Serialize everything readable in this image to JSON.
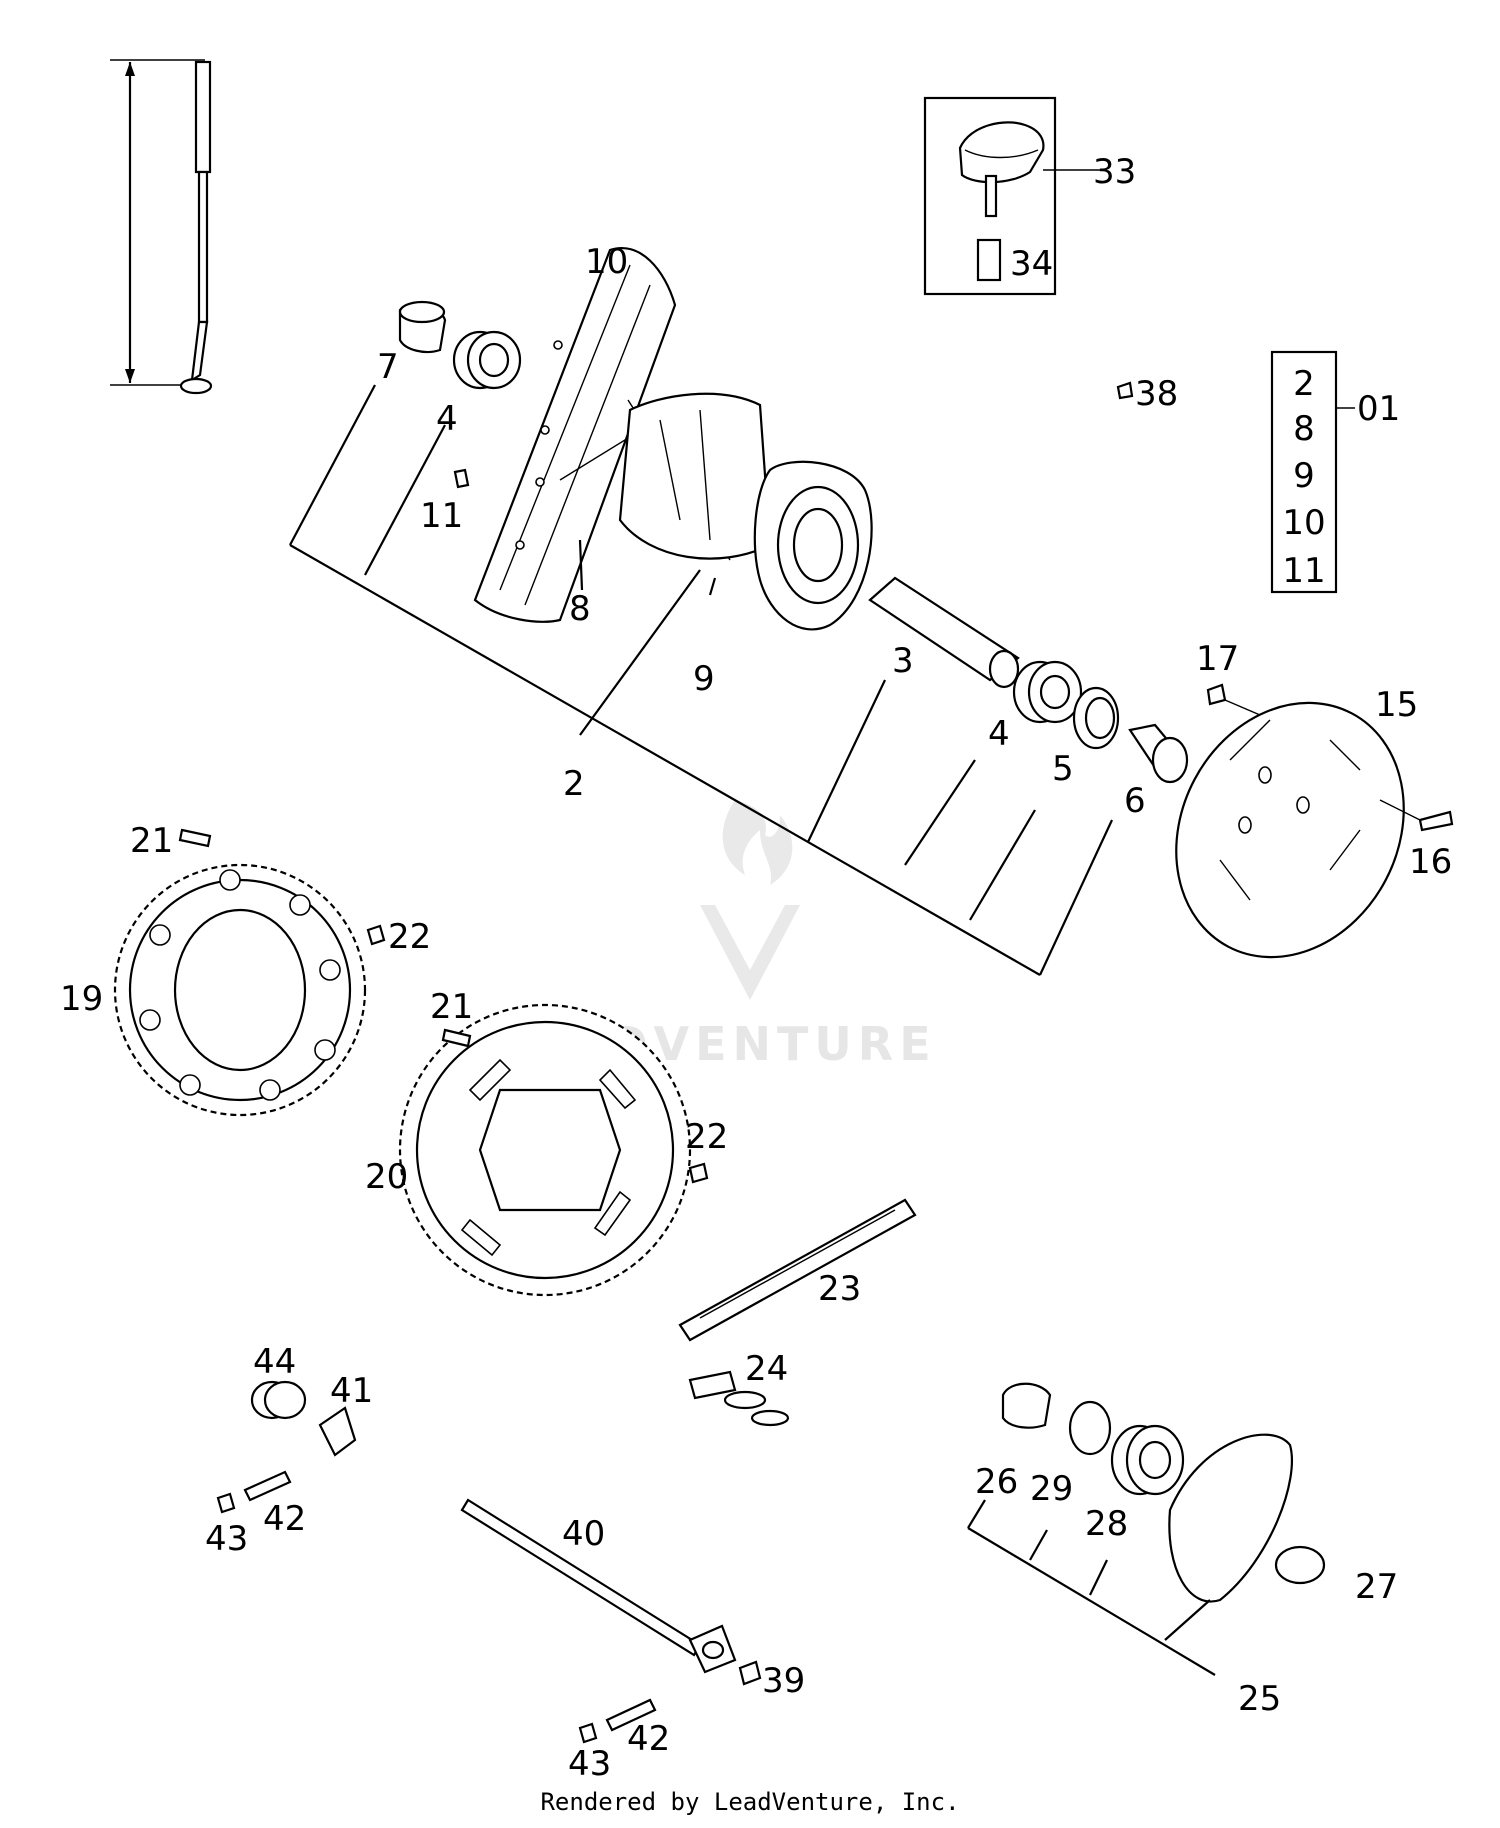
{
  "watermark": "LEADVENTURE",
  "footer": "Rendered by LeadVenture, Inc.",
  "box_group": {
    "items": [
      "2",
      "8",
      "9",
      "10",
      "11"
    ],
    "ref": "01"
  },
  "callouts": {
    "c7": "7",
    "c4a": "4",
    "c10": "10",
    "c11": "11",
    "c8": "8",
    "c9": "9",
    "c2": "2",
    "c3": "3",
    "c4b": "4",
    "c5": "5",
    "c6": "6",
    "c17": "17",
    "c15": "15",
    "c16": "16",
    "c33": "33",
    "c34": "34",
    "c38": "38",
    "c21a": "21",
    "c22a": "22",
    "c19": "19",
    "c21b": "21",
    "c20": "20",
    "c22b": "22",
    "c23": "23",
    "c24": "24",
    "c44": "44",
    "c41": "41",
    "c42a": "42",
    "c43a": "43",
    "c40": "40",
    "c42b": "42",
    "c43b": "43",
    "c39": "39",
    "c26": "26",
    "c29": "29",
    "c28": "28",
    "c27": "27",
    "c25": "25"
  }
}
